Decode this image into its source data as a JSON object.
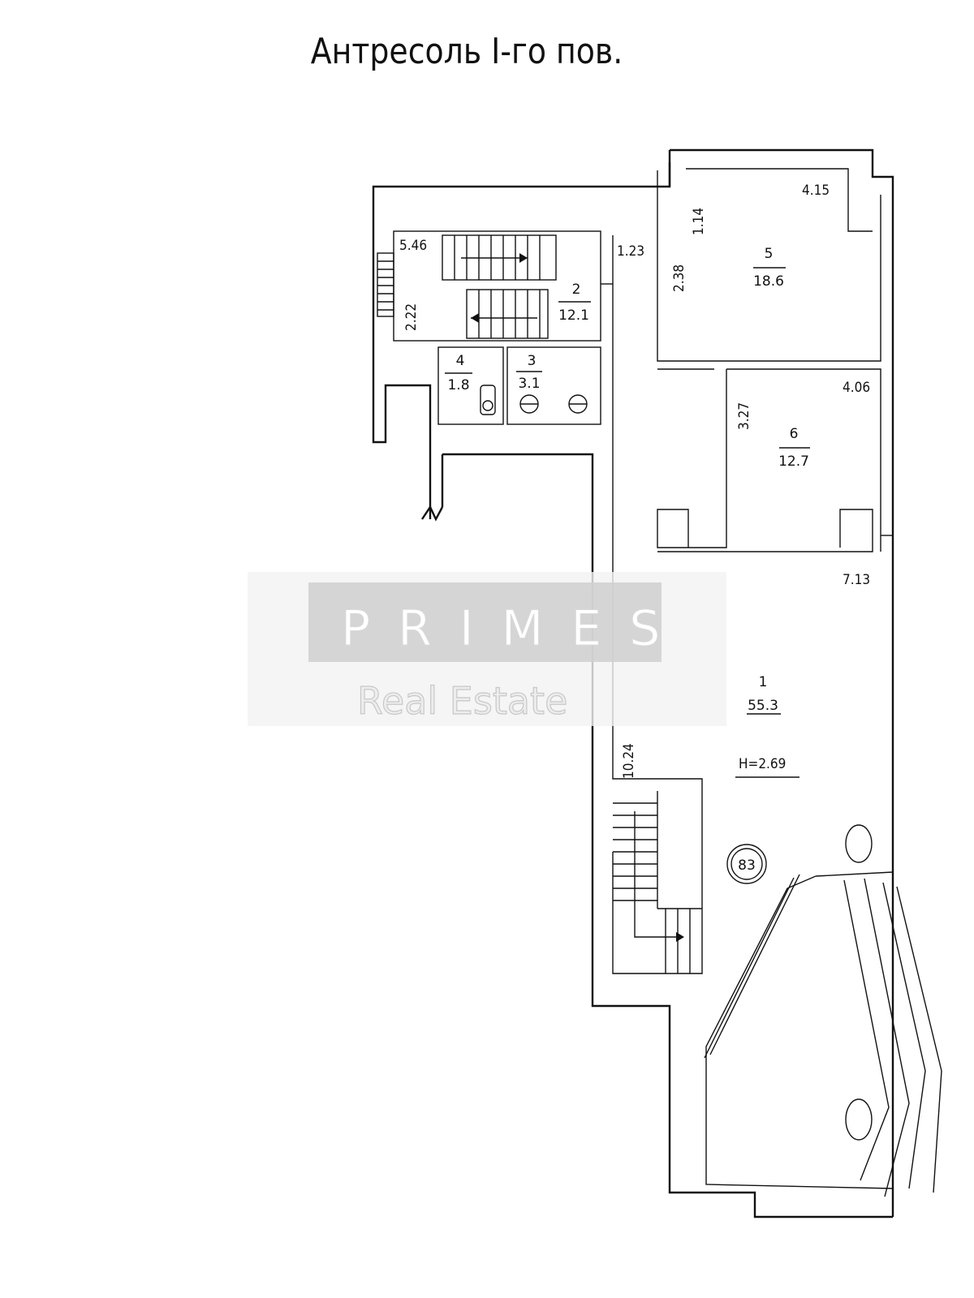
{
  "title": "Антресоль I-го пов.",
  "watermark": {
    "brand": "PRIMES",
    "subtitle": "Real Estate"
  },
  "rooms": [
    {
      "number": "1",
      "area": "55.3"
    },
    {
      "number": "2",
      "area": "12.1"
    },
    {
      "number": "3",
      "area": "3.1"
    },
    {
      "number": "4",
      "area": "1.8"
    },
    {
      "number": "5",
      "area": "18.6"
    },
    {
      "number": "6",
      "area": "12.7"
    }
  ],
  "dimensions": {
    "d_546": "5.46",
    "d_222": "2.22",
    "d_123": "1.23",
    "d_238": "2.38",
    "d_114": "1.14",
    "d_415": "4.15",
    "d_327": "3.27",
    "d_406": "4.06",
    "d_713": "7.13",
    "d_1024": "10.24"
  },
  "height_label": "H=2.69",
  "stamp": "83"
}
